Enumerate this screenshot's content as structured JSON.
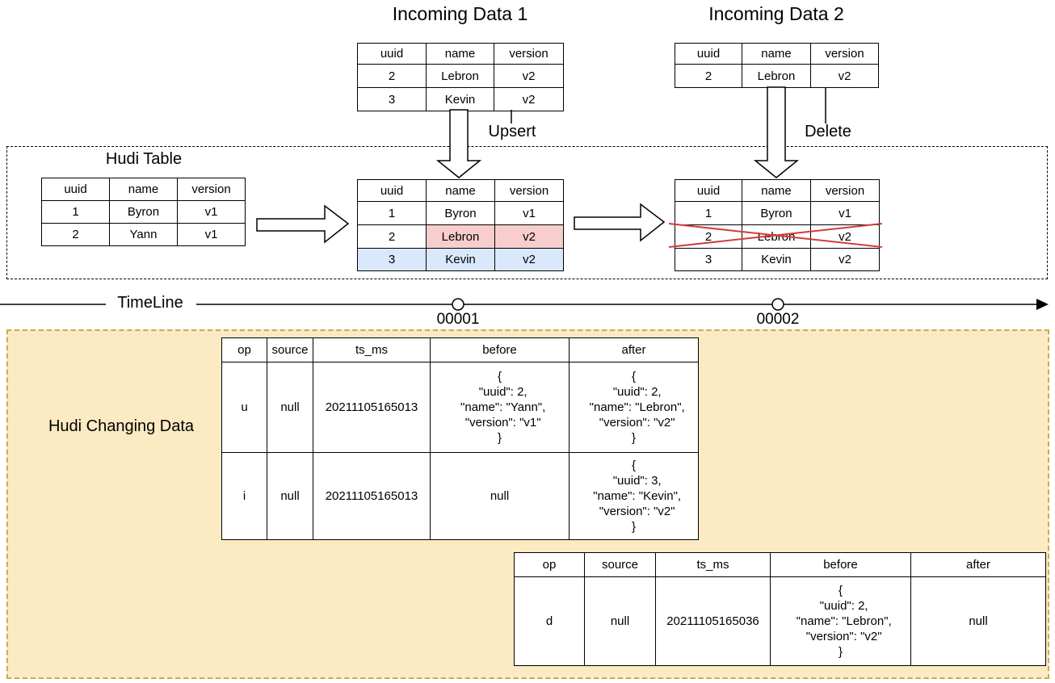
{
  "diagram": {
    "incoming1": {
      "title": "Incoming Data 1",
      "headers": [
        "uuid",
        "name",
        "version"
      ],
      "rows": [
        [
          "2",
          "Lebron",
          "v2"
        ],
        [
          "3",
          "Kevin",
          "v2"
        ]
      ]
    },
    "incoming2": {
      "title": "Incoming Data 2",
      "headers": [
        "uuid",
        "name",
        "version"
      ],
      "rows": [
        [
          "2",
          "Lebron",
          "v2"
        ]
      ]
    },
    "upsert_label": "Upsert",
    "delete_label": "Delete",
    "hudi_table": {
      "label": "Hudi Table",
      "initial": {
        "headers": [
          "uuid",
          "name",
          "version"
        ],
        "rows": [
          [
            "1",
            "Byron",
            "v1"
          ],
          [
            "2",
            "Yann",
            "v1"
          ]
        ]
      },
      "after_upsert": {
        "headers": [
          "uuid",
          "name",
          "version"
        ],
        "rows": [
          [
            "1",
            "Byron",
            "v1"
          ],
          [
            "2",
            "Lebron",
            "v2"
          ],
          [
            "3",
            "Kevin",
            "v2"
          ]
        ],
        "updated_row_uuid": "2",
        "inserted_row_uuid": "3"
      },
      "after_delete": {
        "headers": [
          "uuid",
          "name",
          "version"
        ],
        "rows": [
          [
            "1",
            "Byron",
            "v1"
          ],
          [
            "2",
            "Lebron",
            "v2"
          ],
          [
            "3",
            "Kevin",
            "v2"
          ]
        ],
        "deleted_row_uuid": "2"
      }
    },
    "timeline": {
      "label": "TimeLine",
      "commits": [
        {
          "id": "00001"
        },
        {
          "id": "00002"
        }
      ]
    },
    "changing_data": {
      "label": "Hudi Changing Data",
      "table1": {
        "headers": [
          "op",
          "source",
          "ts_ms",
          "before",
          "after"
        ],
        "rows": [
          {
            "op": "u",
            "source": "null",
            "ts_ms": "20211105165013",
            "before": "{\n  \"uuid\": 2,\n  \"name\": \"Yann\",\n  \"version\": \"v1\"\n}",
            "after": "{\n  \"uuid\": 2,\n  \"name\": \"Lebron\",\n  \"version\": \"v2\"\n}"
          },
          {
            "op": "i",
            "source": "null",
            "ts_ms": "20211105165013",
            "before": "null",
            "after": "{\n  \"uuid\": 3,\n  \"name\": \"Kevin\",\n  \"version\": \"v2\"\n}"
          }
        ]
      },
      "table2": {
        "headers": [
          "op",
          "source",
          "ts_ms",
          "before",
          "after"
        ],
        "rows": [
          {
            "op": "d",
            "source": "null",
            "ts_ms": "20211105165036",
            "before": "{\n  \"uuid\": 2,\n  \"name\": \"Lebron\",\n  \"version\": \"v2\"\n}",
            "after": "null"
          }
        ]
      }
    },
    "colors": {
      "updated_cell_fill": "#f8cecc",
      "updated_cell_border": "#b85450",
      "inserted_cell_fill": "#dae8fc",
      "inserted_cell_border": "#6c8ebf",
      "changing_area_fill": "#fbeac2",
      "changing_area_border": "#c9a857",
      "delete_cross": "#d33b3b",
      "line_color": "#000000"
    }
  }
}
